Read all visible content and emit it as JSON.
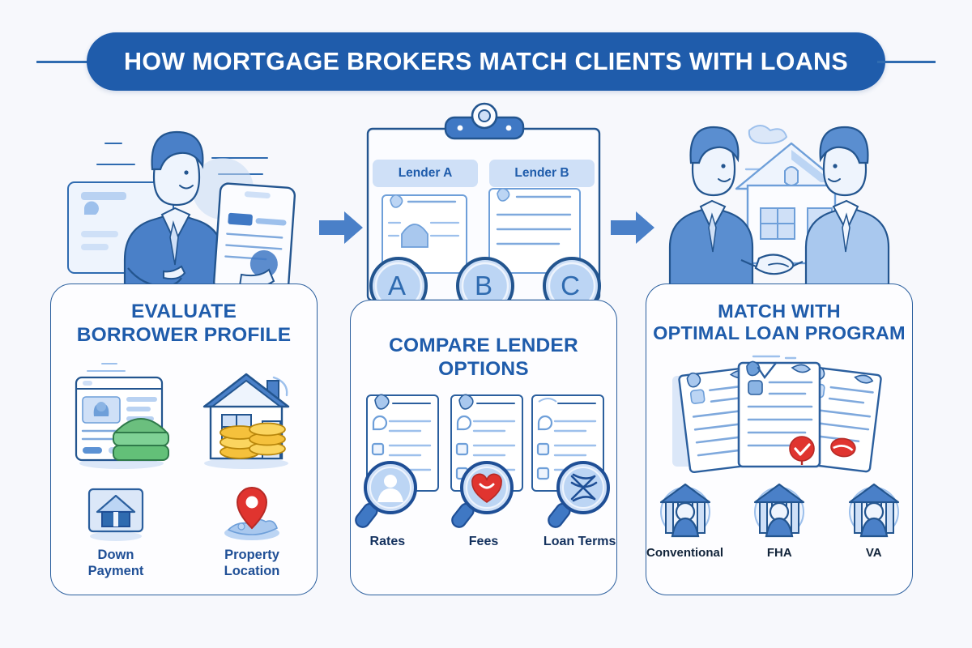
{
  "header": {
    "title": "HOW MORTGAGE BROKERS MATCH CLIENTS WITH LOANS",
    "pill_color": "#1f5cab",
    "rule_color": "#2f6bb0",
    "text_color": "#ffffff"
  },
  "canvas": {
    "background": "#f7f8fc",
    "card_background": "#fdfdff",
    "card_border": "#2b5f9e",
    "accent_blue": "#1f5cab",
    "mid_blue": "#4a80c8",
    "light_blue": "#cfe0f7",
    "red": "#e0342f",
    "gold": "#f5c13c",
    "green": "#63c078"
  },
  "arrows": [
    {
      "name": "arrow-step-1-to-2",
      "color": "#4a80c8"
    },
    {
      "name": "arrow-step-2-to-3",
      "color": "#4a80c8"
    }
  ],
  "panels": [
    {
      "id": "evaluate-borrower-profile",
      "title_lines": [
        "EVALUATE",
        "BORROWER PROFILE"
      ],
      "hero_icon": "broker-holding-document-icon",
      "art_icons": [
        "borrower-profile-document-icon",
        "house-with-coins-icon"
      ],
      "icons": [
        {
          "icon": "down-payment-icon",
          "label": "Down Payment"
        },
        {
          "icon": "property-location-pin-icon",
          "label": "Property Location"
        }
      ]
    },
    {
      "id": "compare-lender-options",
      "title_lines": [
        "COMPARE LENDER",
        "OPTIONS"
      ],
      "hero_icon": "clipboard-lender-comparison-icon",
      "tabs": [
        "Lender A",
        "Lender B"
      ],
      "magnifier_letters": [
        "A",
        "B",
        "C"
      ],
      "art_icons": [
        "lender-checklist-icon",
        "lender-checklist-icon",
        "lender-checklist-icon"
      ],
      "icons": [
        {
          "icon": "rates-person-magnifier-icon",
          "label": "Rates"
        },
        {
          "icon": "fees-heart-magnifier-icon",
          "label": "Fees"
        },
        {
          "icon": "loan-terms-magnifier-icon",
          "label": "Loan Terms"
        }
      ]
    },
    {
      "id": "match-with-optimal-loan-program",
      "title_lines": [
        "MATCH WITH",
        "OPTIMAL LOAN PROGRAM"
      ],
      "hero_icon": "handshake-in-front-of-house-icon",
      "art_icons": [
        "loan-documents-fan-icon"
      ],
      "icons": [
        {
          "icon": "conventional-loan-icon",
          "label": "Conventional"
        },
        {
          "icon": "fha-loan-icon",
          "label": "FHA"
        },
        {
          "icon": "va-loan-icon",
          "label": "VA"
        }
      ]
    }
  ]
}
